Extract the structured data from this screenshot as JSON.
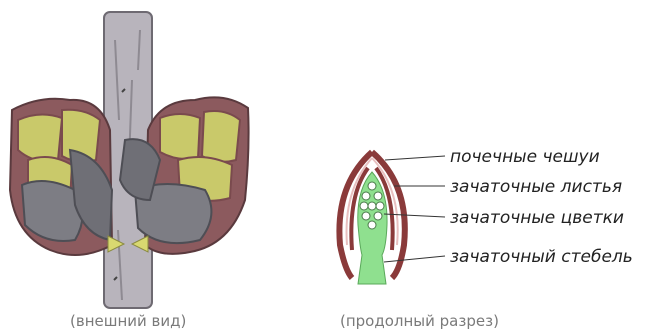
{
  "captions": {
    "external": "(внешний вид)",
    "section": "(продолный разрез)"
  },
  "labels": {
    "scales": "почечные чешуи",
    "leaves": "зачаточные листья",
    "flowers": "зачаточные цветки",
    "stem": "зачаточный стебель"
  },
  "colors": {
    "stem_bark": "#b8b4bc",
    "bud_scale": "#8c5a5e",
    "scale_highlight": "#c9c96a",
    "section_scale": "#8a3a3a",
    "embryo_green": "#8fe08f"
  }
}
